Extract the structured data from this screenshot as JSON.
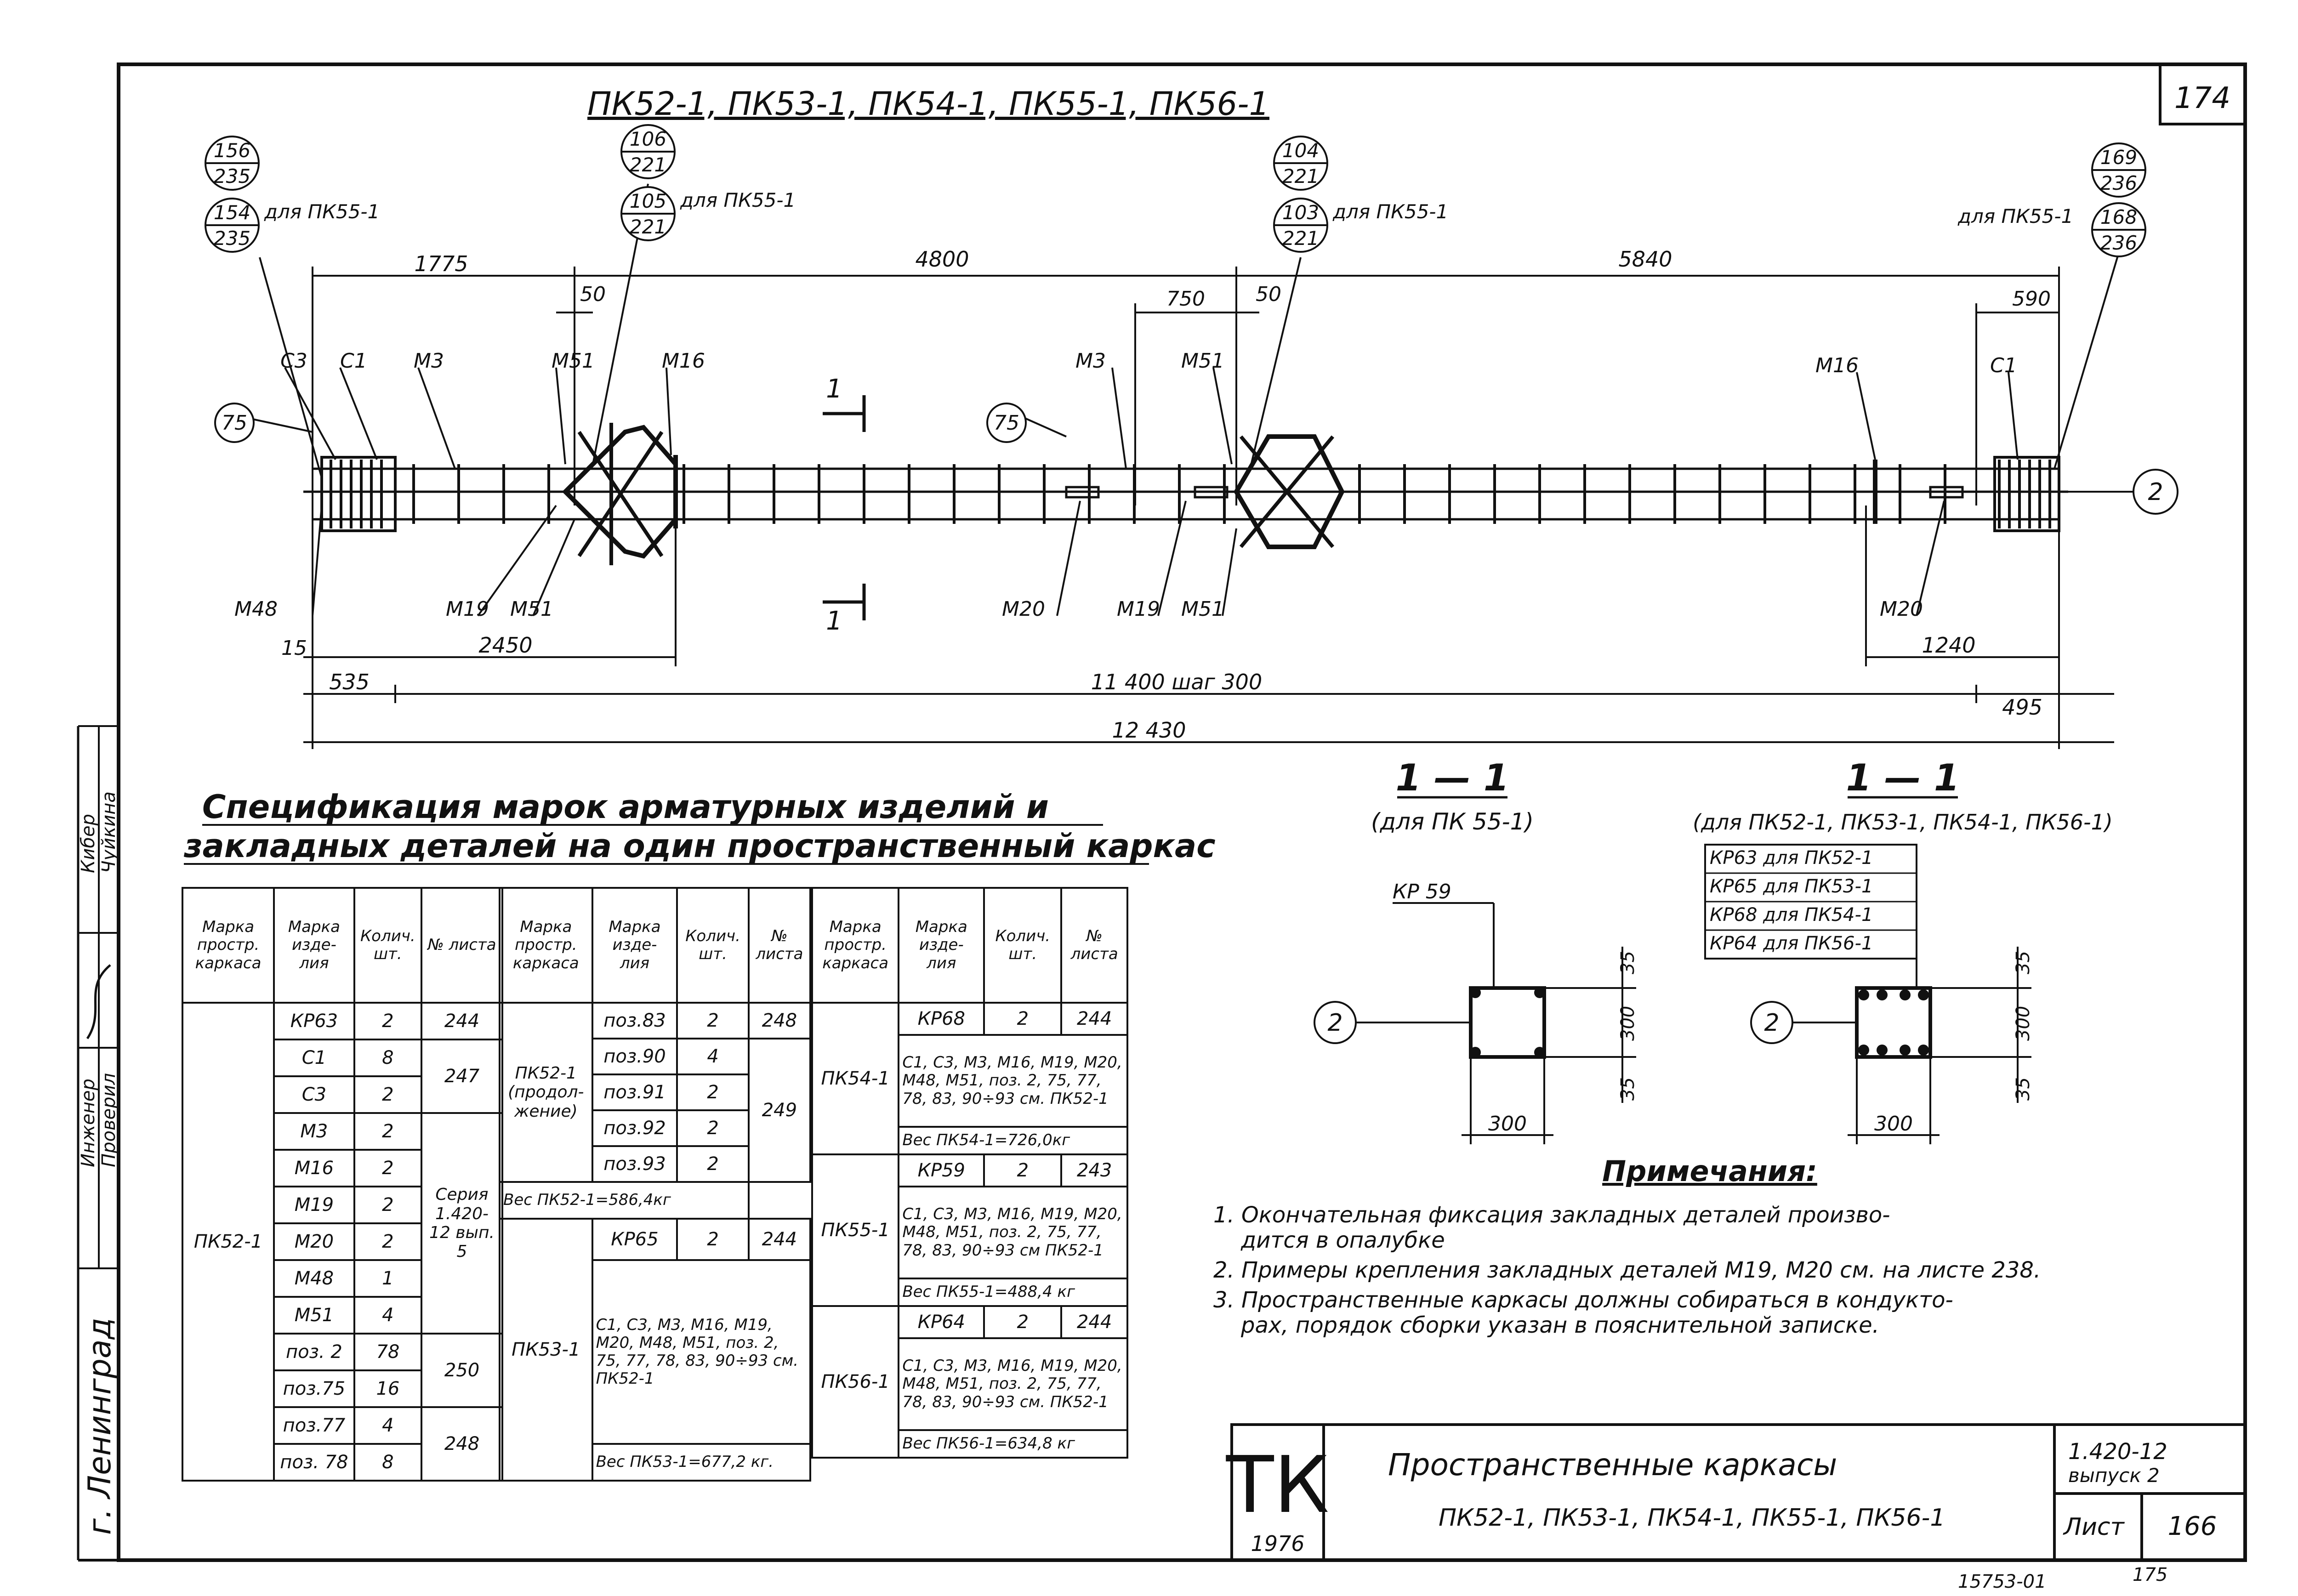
{
  "sheet": {
    "top_right_number": "174",
    "bottom_number_left": "15753-01",
    "bottom_number_right": "175"
  },
  "drawing": {
    "title": "ПК52-1, ПК53-1, ПК54-1, ПК55-1, ПК56-1",
    "callouts": {
      "c156": {
        "top": "156",
        "bottom": "235"
      },
      "c154": {
        "top": "154",
        "bottom": "235"
      },
      "c106": {
        "top": "106",
        "bottom": "221"
      },
      "c105": {
        "top": "105",
        "bottom": "221"
      },
      "c104": {
        "top": "104",
        "bottom": "221"
      },
      "c103": {
        "top": "103",
        "bottom": "221"
      },
      "c169": {
        "top": "169",
        "bottom": "236"
      },
      "c168": {
        "top": "168",
        "bottom": "236"
      },
      "note_left": "для ПК55-1",
      "note_mid_left": "для ПК55-1",
      "note_mid": "для ПК55-1",
      "note_right": "для ПК55-1"
    },
    "dims": {
      "d1775": "1775",
      "d4800": "4800",
      "d5840": "5840",
      "d50a": "50",
      "d750": "750",
      "d50b": "50",
      "d590": "590",
      "d15": "15",
      "d2450": "2450",
      "d1240": "1240",
      "d535": "535",
      "d11400": "11 400  шаг 300",
      "d495": "495",
      "d12430": "12 430"
    },
    "labels": {
      "c3": "С3",
      "c1a": "С1",
      "m3a": "М3",
      "m51a": "М51",
      "m16a": "М16",
      "m3b": "М3",
      "m51b": "М51",
      "m16b": "М16",
      "c1b": "С1",
      "m48": "М48",
      "m19a": "М19",
      "m51c": "М51",
      "m20a": "М20",
      "m19b": "М19",
      "m51d": "М51",
      "m20b": "М20",
      "pos75a": "75",
      "pos75b": "75",
      "axis2": "2",
      "sec1top": "1",
      "sec1bot": "1"
    }
  },
  "spec": {
    "title_line1": "Спецификация марок арматурных изделий и",
    "title_line2": "закладных деталей на один пространственный каркас",
    "headers": [
      "Марка простр. каркаса",
      "Марка изде- лия",
      "Колич. шт.",
      "№ листа"
    ],
    "t1": {
      "frame": "ПК52-1",
      "rows": [
        [
          "КР63",
          "2",
          "244"
        ],
        [
          "С1",
          "8",
          "247"
        ],
        [
          "С3",
          "2",
          ""
        ],
        [
          "М3",
          "2",
          ""
        ],
        [
          "М16",
          "2",
          "Серия 1.420-12 вып. 5"
        ],
        [
          "М19",
          "2",
          ""
        ],
        [
          "М20",
          "2",
          ""
        ],
        [
          "М48",
          "1",
          ""
        ],
        [
          "М51",
          "4",
          ""
        ],
        [
          "поз. 2",
          "78",
          ""
        ],
        [
          "поз.75",
          "16",
          "250"
        ],
        [
          "поз.77",
          "4",
          ""
        ],
        [
          "поз. 78",
          "8",
          "248"
        ]
      ]
    },
    "t2": {
      "frame_a": "ПК52-1 (продол- жение)",
      "rows_a": [
        [
          "поз.83",
          "2",
          "248"
        ],
        [
          "поз.90",
          "4",
          ""
        ],
        [
          "поз.91",
          "2",
          "249"
        ],
        [
          "поз.92",
          "2",
          ""
        ],
        [
          "поз.93",
          "2",
          ""
        ]
      ],
      "weight_a": "Вес ПК52-1=586,4кг",
      "frame_b": "ПК53-1",
      "row_b": [
        "КР65",
        "2",
        "244"
      ],
      "text_b": "С1, С3, М3, М16, М19, М20, М48, М51, поз. 2, 75, 77, 78, 83, 90÷93 см. ПК52-1",
      "weight_b": "Вес ПК53-1=677,2 кг."
    },
    "t3": {
      "f1": "ПК54-1",
      "r1": [
        "КР68",
        "2",
        "244"
      ],
      "t1": "С1, С3, М3, М16, М19, М20, М48, М51, поз. 2, 75, 77, 78, 83, 90÷93 см. ПК52-1",
      "w1": "Вес ПК54-1=726,0кг",
      "f2": "ПК55-1",
      "r2": [
        "КР59",
        "2",
        "243"
      ],
      "t2": "С1, С3, М3, М16, М19, М20, М48, М51, поз. 2, 75, 77, 78, 83, 90÷93 см ПК52-1",
      "w2": "Вес ПК55-1=488,4 кг",
      "f3": "ПК56-1",
      "r3": [
        "КР64",
        "2",
        "244"
      ],
      "t3": "С1, С3, М3, М16, М19, М20, М48, М51, поз. 2, 75, 77, 78, 83, 90÷93 см. ПК52-1",
      "w3": "Вес ПК56-1=634,8 кг"
    }
  },
  "sections": {
    "s1": {
      "title": "1 — 1",
      "sub": "(для ПК 55-1)",
      "tag": "КР 59",
      "d300h": "300",
      "axis": "2"
    },
    "s2": {
      "title": "1 — 1",
      "sub": "(для ПК52-1, ПК53-1, ПК54-1, ПК56-1)",
      "tags": [
        "КР63 для ПК52-1",
        "КР65 для ПК53-1",
        "КР68 для ПК54-1",
        "КР64 для ПК56-1"
      ],
      "d35a": "35",
      "d300v": "300",
      "d35b": "35",
      "d300h": "300",
      "axis": "2"
    },
    "s1dims": {
      "d35a": "35",
      "d300v": "300",
      "d35b": "35"
    }
  },
  "notes": {
    "title": "Примечания:",
    "items": [
      "1. Окончательная фиксация закладных деталей произво-",
      "дится в опалубке",
      "2. Примеры крепления закладных деталей М19, М20 см. на листе 238.",
      "3. Пространственные каркасы должны собираться в кондукто-",
      "рах, порядок сборки указан в пояснительной записке."
    ]
  },
  "title_block": {
    "logo": "ТК",
    "year": "1976",
    "name_line1": "Пространственные   каркасы",
    "name_line2": "ПК52-1,  ПК53-1, ПК54-1, ПК55-1, ПК56-1",
    "series": "1.420-12",
    "issue": "выпуск 2",
    "sheet_label": "Лист",
    "sheet_no": "166"
  },
  "side_stamp": {
    "city": "г. Ленинград",
    "role1": "Инженер",
    "role2": "Проверил",
    "name1": "Кибер",
    "name2": "Чуйкина"
  }
}
